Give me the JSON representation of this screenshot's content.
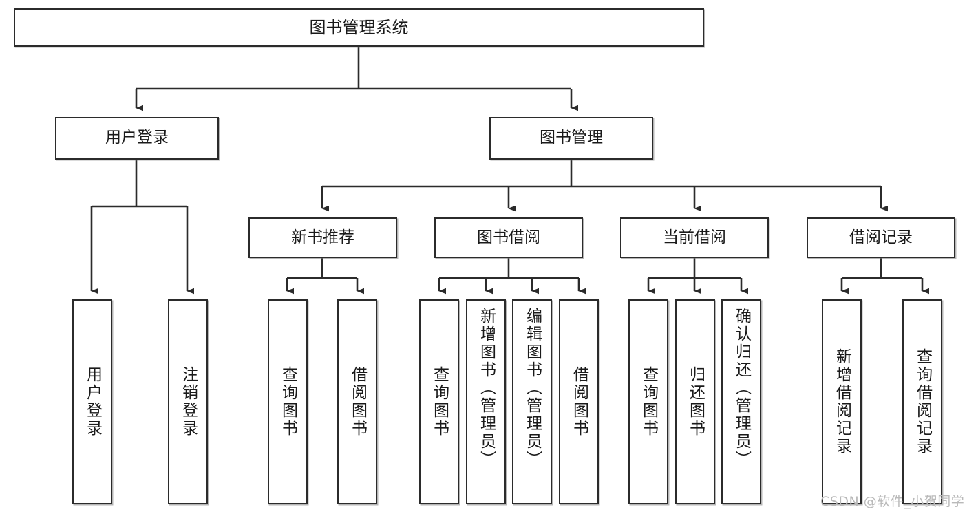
{
  "diagram": {
    "title": "图书管理系统",
    "type": "tree-hierarchy-chart",
    "orientation": "top-down",
    "colors": {
      "box_border": "#2b2b2b",
      "box_fill": "#ffffff",
      "edge": "#2b2b2b",
      "text": "#1a1a1a",
      "watermark": "#b9b9b9",
      "background": "#ffffff"
    },
    "root": {
      "label": "图书管理系统"
    },
    "level2": [
      {
        "label": "用户登录"
      },
      {
        "label": "图书管理"
      }
    ],
    "level3": [
      {
        "label": "新书推荐"
      },
      {
        "label": "图书借阅"
      },
      {
        "label": "当前借阅"
      },
      {
        "label": "借阅记录"
      }
    ],
    "leaves": {
      "user_login": [
        {
          "label": "用户登录"
        },
        {
          "label": "注销登录"
        }
      ],
      "new_book_recommend": [
        {
          "label": "查询图书"
        },
        {
          "label": "借阅图书"
        }
      ],
      "book_borrow": [
        {
          "label": "查询图书"
        },
        {
          "label": "新增图书（管理员）"
        },
        {
          "label": "编辑图书（管理员）"
        },
        {
          "label": "借阅图书"
        }
      ],
      "current_borrow": [
        {
          "label": "查询图书"
        },
        {
          "label": "归还图书"
        },
        {
          "label": "确认归还（管理员）"
        }
      ],
      "borrow_record": [
        {
          "label": "新增借阅记录"
        },
        {
          "label": "查询借阅记录"
        }
      ]
    },
    "watermark": "CSDN @软件_小贺同学"
  }
}
